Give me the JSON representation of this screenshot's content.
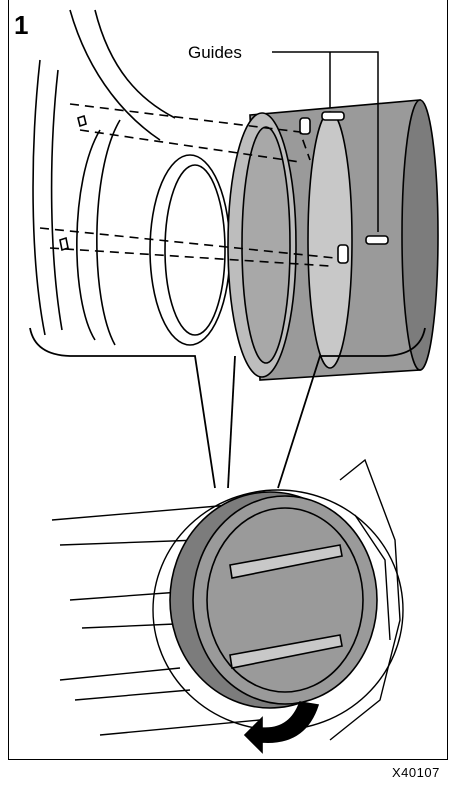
{
  "step_number": "1",
  "callout": {
    "label": "Guides"
  },
  "figure_code": "X40107",
  "colors": {
    "line": "#000000",
    "cap_fill": "#9a9a9a",
    "cap_dark": "#7c7c7c",
    "cap_light": "#c8c8c8",
    "background": "#ffffff"
  }
}
